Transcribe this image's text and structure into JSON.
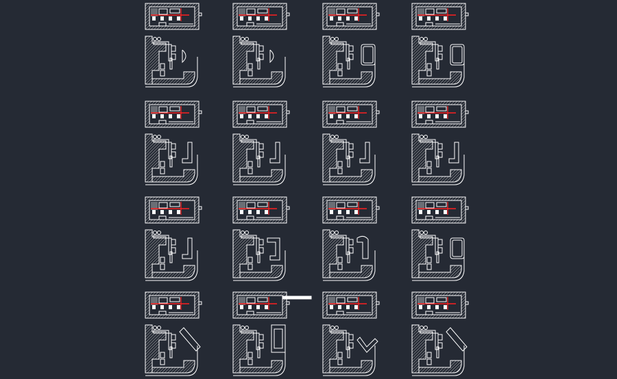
{
  "colors": {
    "background": "#252a34",
    "line": "#ffffff",
    "accent": "#ff2020",
    "fill": "#6a6e75"
  },
  "drawing": {
    "rows": 4,
    "columns": 4,
    "cells": [
      {
        "island": "half-round"
      },
      {
        "island": "half-round"
      },
      {
        "island": "rect-loop"
      },
      {
        "island": "rect-loop"
      },
      {
        "island": "bracket"
      },
      {
        "island": "bracket"
      },
      {
        "island": "bracket"
      },
      {
        "island": "bracket"
      },
      {
        "island": "bracket"
      },
      {
        "island": "l-shape"
      },
      {
        "island": "curve"
      },
      {
        "island": "rect-loop"
      },
      {
        "island": "angled"
      },
      {
        "island": "complex"
      },
      {
        "island": "v-shape"
      },
      {
        "island": "angled"
      }
    ]
  }
}
